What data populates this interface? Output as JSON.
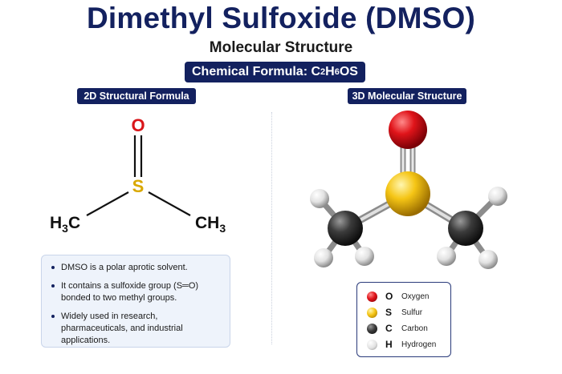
{
  "header": {
    "title": "Dimethyl Sulfoxide (DMSO)",
    "subtitle": "Molecular Structure",
    "formula_label": "Chemical Formula: ",
    "formula_parts": [
      "C",
      "2",
      "H",
      "6",
      "OS"
    ]
  },
  "panels": {
    "left_label": "2D Structural Formula",
    "right_label": "3D Molecular Structure"
  },
  "structure_2d": {
    "oxygen": "O",
    "sulfur": "S",
    "left_methyl": [
      "H",
      "3",
      "C"
    ],
    "right_methyl": [
      "CH",
      "3"
    ]
  },
  "info": {
    "bullets": [
      "DMSO is a polar aprotic solvent.",
      "It contains a sulfoxide group (S═O) bonded to two methyl groups.",
      "Widely used in research, pharmaceuticals, and industrial applications."
    ]
  },
  "legend": {
    "items": [
      {
        "symbol": "O",
        "name": "Oxygen",
        "color": "#d9161a"
      },
      {
        "symbol": "S",
        "name": "Sulfur",
        "color": "#f2c014"
      },
      {
        "symbol": "C",
        "name": "Carbon",
        "color": "#333333"
      },
      {
        "symbol": "H",
        "name": "Hydrogen",
        "color": "#e6e6e6"
      }
    ]
  },
  "colors": {
    "navy": "#13215f",
    "oxygen": "#d9161a",
    "sulfur": "#d9a800"
  }
}
